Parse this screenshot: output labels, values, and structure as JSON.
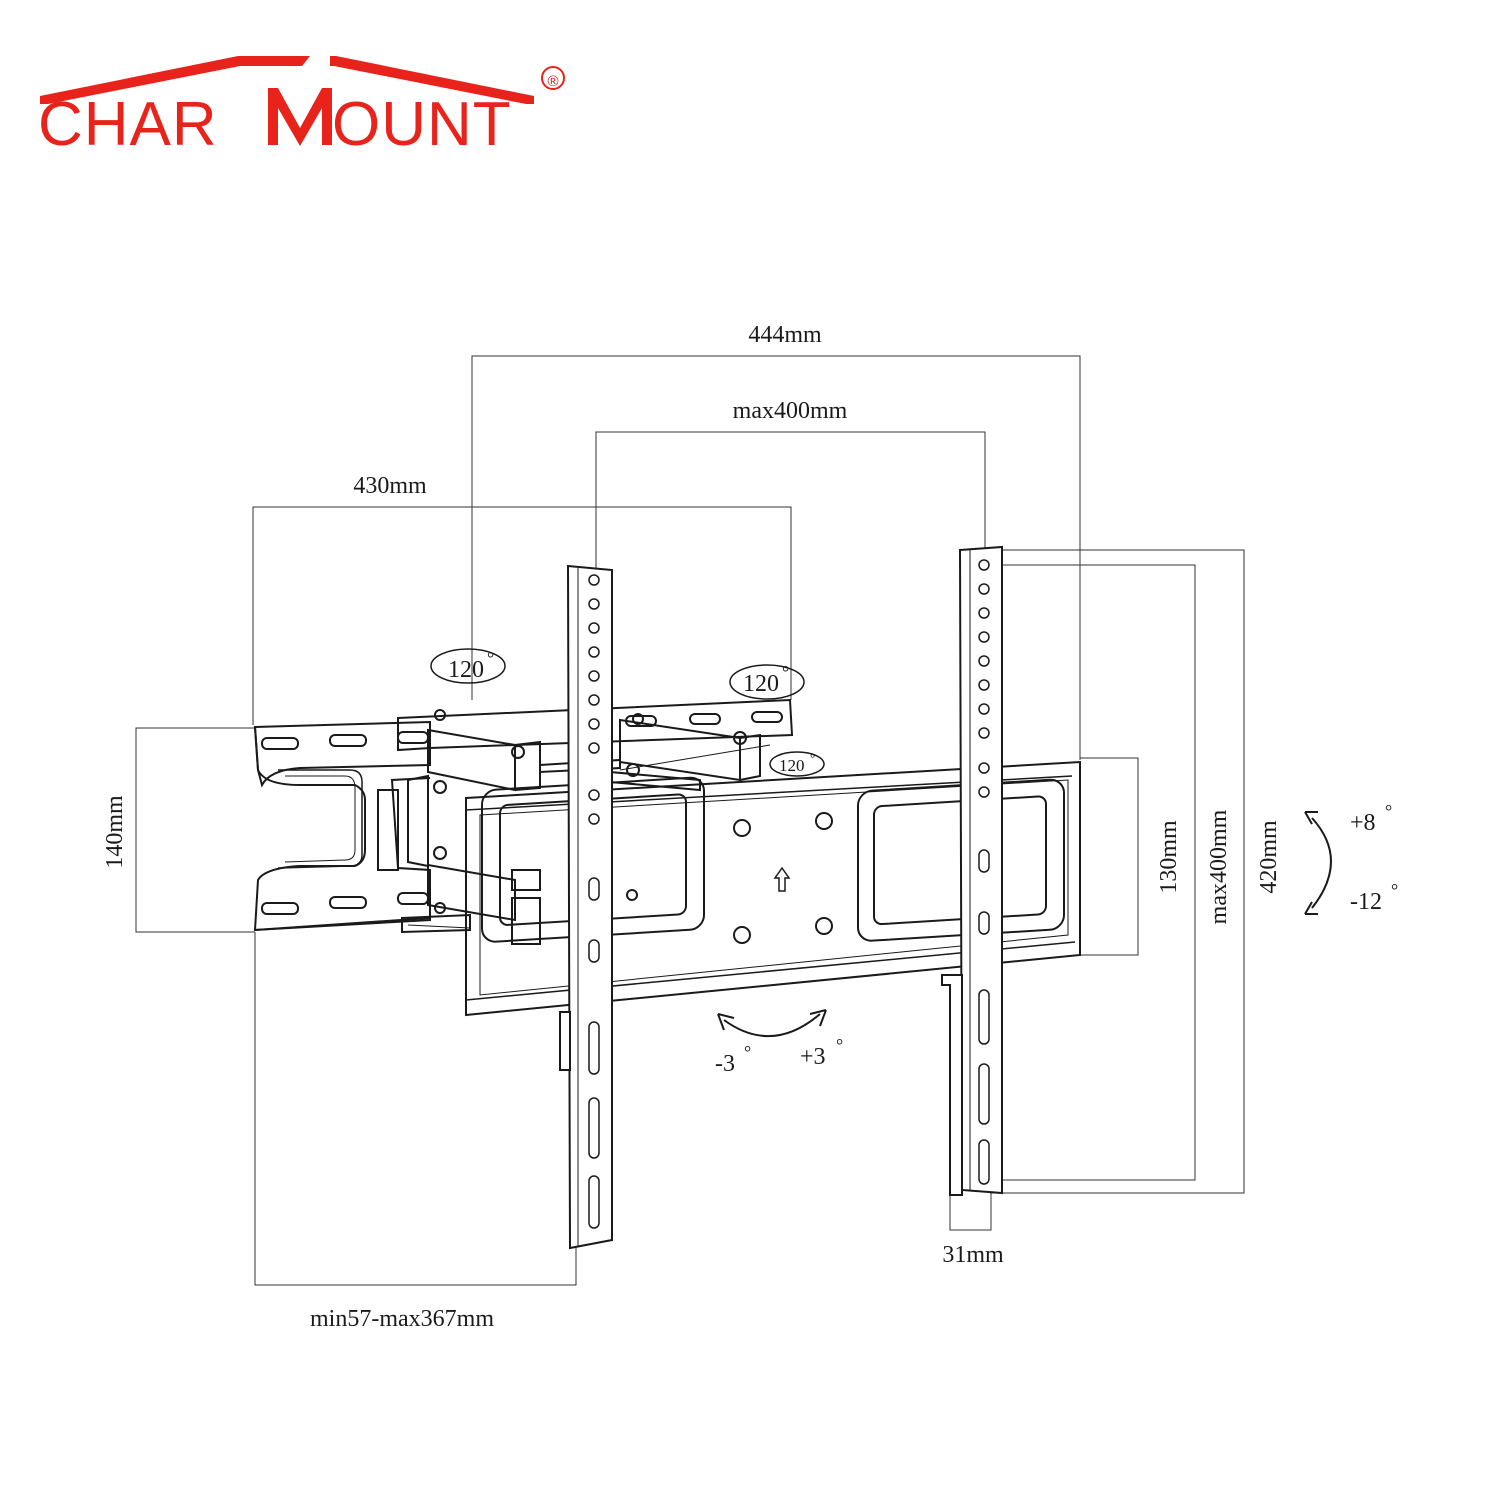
{
  "logo": {
    "text": "CHARMOUNT",
    "text_before": "CHAR",
    "text_after": "OUNT",
    "registered": "®",
    "color": "#e8231b"
  },
  "dimensions": {
    "overall_width": "444mm",
    "vesa_horizontal": "max400mm",
    "arm_width": "430mm",
    "wall_plate_height": "140mm",
    "tv_rail_height": "130mm",
    "vesa_vertical": "max400mm",
    "overall_height": "420mm",
    "rail_width": "31mm",
    "extension": "min57-max367mm"
  },
  "angles": {
    "swivel_left": "120",
    "swivel_right": "120",
    "swivel_head": "120",
    "degree_mark": "°",
    "tilt_up": "+8",
    "tilt_down": "-12",
    "rotate_left": "-3",
    "rotate_right": "+3"
  },
  "colors": {
    "line": "#1a1a1a",
    "dim_line": "#333333",
    "accent": "#e8231b"
  }
}
